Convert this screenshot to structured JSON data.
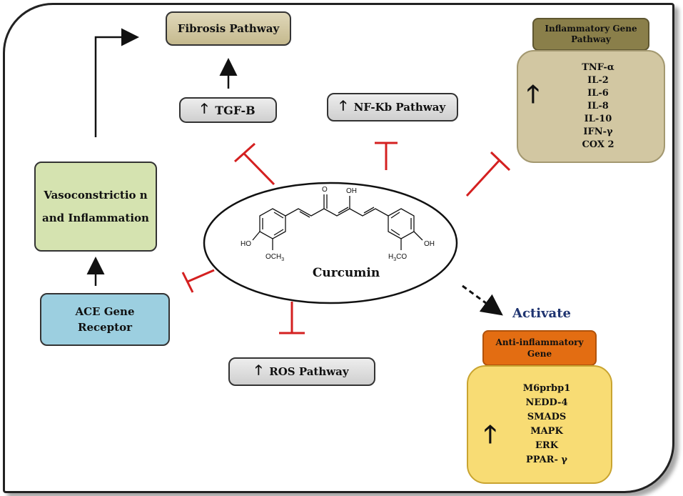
{
  "fibrosis": "Fibrosis Pathway",
  "tgf": "TGF-B",
  "nfkb": "NF-Kb Pathway",
  "inflam_title": "Inflammatory Gene Pathway",
  "inflam_items": [
    "TNF-α",
    "IL-2",
    "IL-6",
    "IL-8",
    "IL-10",
    "IFN-γ",
    "COX 2"
  ],
  "vaso": "Vasoconstrictio n and Inflammation",
  "ace": "ACE Gene Receptor",
  "ros": "ROS Pathway",
  "curcumin": "Curcumin",
  "activate": "Activate",
  "anti_title": "Anti-inflammatory Gene",
  "anti_items": [
    "M6prbp1",
    "NEDD-4",
    "SMADS",
    "MAPK",
    "ERK",
    "PPAR- γ"
  ],
  "chem_labels": {
    "o": "O",
    "oh_top": "OH",
    "ho_left": "HO",
    "och3": "OCH",
    "h3co": "H",
    "oh_right": "OH"
  },
  "colors": {
    "inhibit": "#d42020",
    "fibrosis": "#d2c7a2",
    "inflam_header": "#8a7f4a",
    "inflam_body": "#d2c7a2",
    "vaso": "#d5e3b0",
    "ace": "#9ccfe0",
    "anti_header": "#e36d12",
    "anti_body": "#f8dc74",
    "activate": "#1f3470"
  }
}
